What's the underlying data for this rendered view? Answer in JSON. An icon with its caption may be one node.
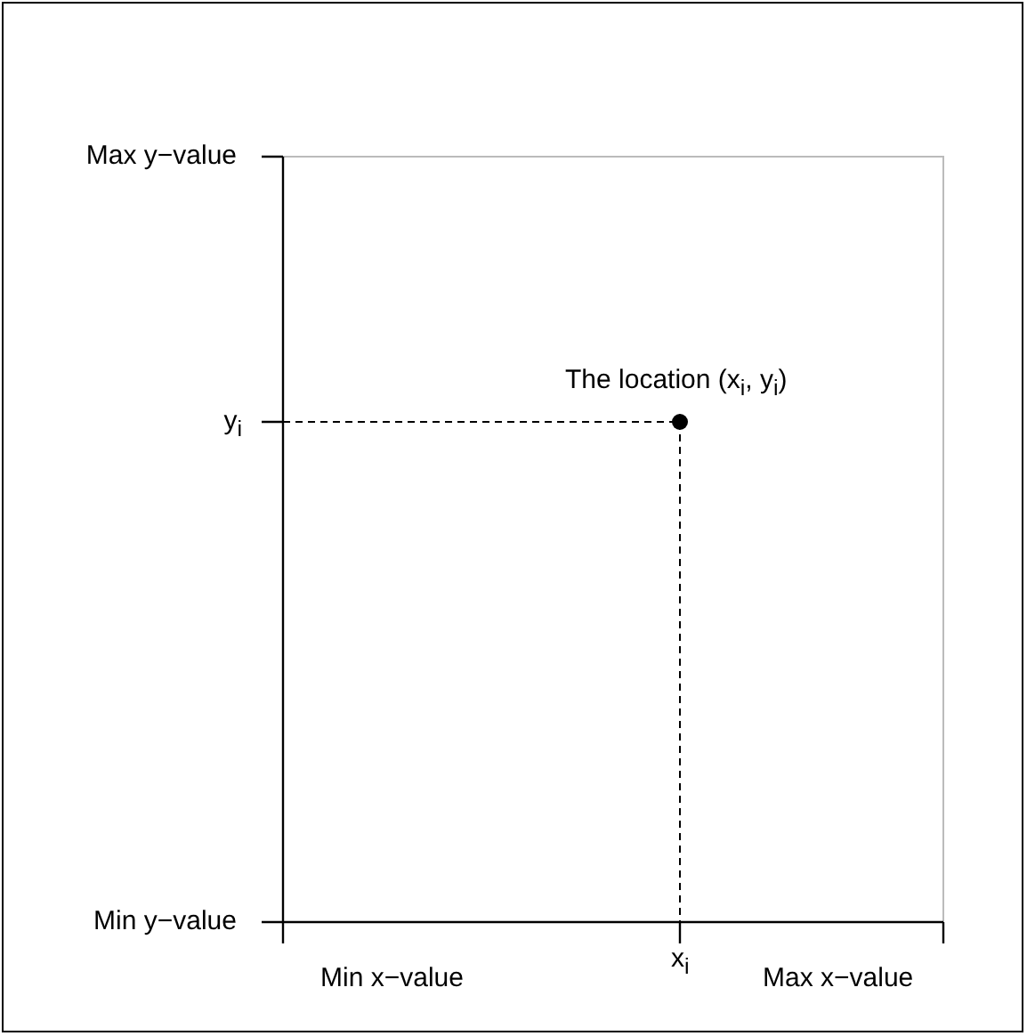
{
  "diagram": {
    "labels": [
      "Max y−value",
      "The location (x$_{i}$, y$_{i}$)",
      "y$_{i}$",
      "Min y−value",
      "Min x−value",
      "x$_{i}$",
      "Max x−value"
    ]
  }
}
